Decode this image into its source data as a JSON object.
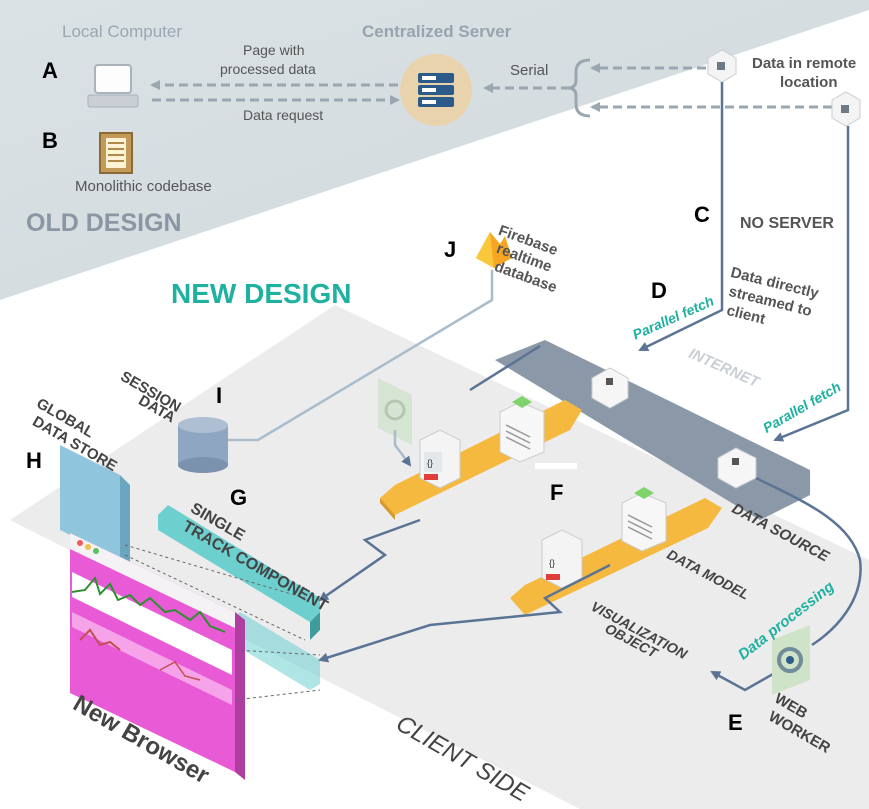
{
  "old_design": {
    "local_computer": "Local Computer",
    "centralized_server": "Centralized Server",
    "page_with_data": [
      "Page with",
      "processed data"
    ],
    "data_request": "Data request",
    "serial": "Serial",
    "remote_location": [
      "Data in remote",
      "location"
    ],
    "monolithic": "Monolithic codebase",
    "title": "OLD DESIGN"
  },
  "new_design": {
    "title": "NEW DESIGN",
    "no_server": "NO SERVER",
    "direct_stream": [
      "Data directly",
      "streamed to",
      "client"
    ],
    "parallel_fetch_1": "Parallel fetch",
    "parallel_fetch_2": "Parallel fetch",
    "internet": "INTERNET",
    "firebase": [
      "Firebase",
      "realtime",
      "database"
    ],
    "session_data": [
      "SESSION",
      "DATA"
    ],
    "global_store": [
      "GLOBAL",
      "DATA STORE"
    ],
    "single_track": [
      "SINGLE",
      "TRACK COMPONENT"
    ],
    "data_source": "DATA SOURCE",
    "data_model": "DATA MODEL",
    "visualization_object": [
      "VISUALIZATION",
      "OBJECT"
    ],
    "data_processing": "Data processing",
    "web_worker": [
      "WEB",
      "WORKER"
    ],
    "new_browser": "New Browser",
    "client_side": "CLIENT SIDE"
  },
  "letters": {
    "A": "A",
    "B": "B",
    "C": "C",
    "D": "D",
    "E": "E",
    "F": "F",
    "G": "G",
    "H": "H",
    "I": "I",
    "J": "J"
  },
  "colors": {
    "old_bg": "#d9e0e3",
    "teal": "#1fb1a0",
    "grey_text": "#8a96a4",
    "arrow": "#5b7394",
    "belt": "#f5b93f",
    "browser": "#e85ad6",
    "store": "#8fc6dd",
    "track": "#6ecfcf"
  }
}
